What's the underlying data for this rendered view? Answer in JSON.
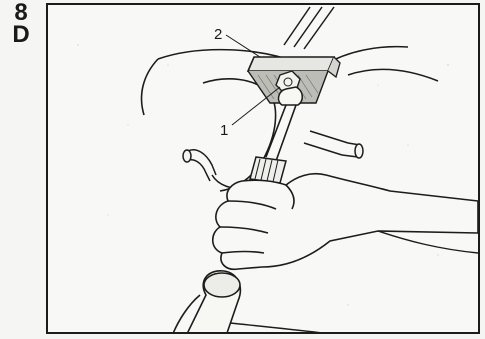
{
  "step": {
    "number": "8",
    "letter": "D"
  },
  "callouts": [
    {
      "label": "2"
    },
    {
      "label": "1"
    }
  ]
}
